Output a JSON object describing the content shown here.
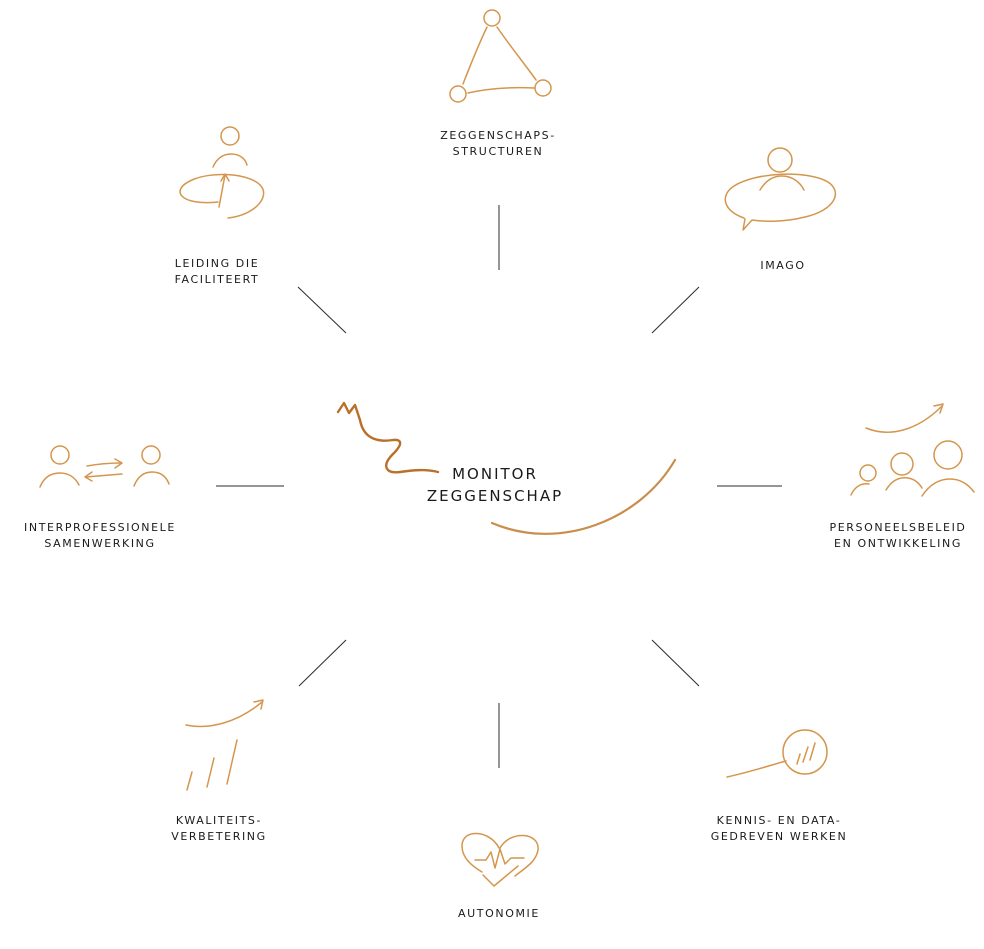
{
  "colors": {
    "accent": "#d4964d",
    "accent_dark": "#b9702a",
    "connector": "#2b2b2b",
    "text": "#1a1a1a"
  },
  "center": {
    "line1": "MONITOR",
    "line2": "ZEGGENSCHAP"
  },
  "nodes": [
    {
      "id": "zeggenschapsstructuren",
      "line1": "ZEGGENSCHAPS-",
      "line2": "STRUCTUREN",
      "icon": "triangle-network-icon"
    },
    {
      "id": "imago",
      "line1": "IMAGO",
      "line2": "",
      "icon": "person-speech-bubble-icon"
    },
    {
      "id": "personeelsbeleid",
      "line1": "PERSONEELSBELEID",
      "line2": "EN ONTWIKKELING",
      "icon": "group-growth-icon"
    },
    {
      "id": "kennis",
      "line1": "KENNIS- EN DATA-",
      "line2": "GEDREVEN WERKEN",
      "icon": "magnifier-icon"
    },
    {
      "id": "autonomie",
      "line1": "AUTONOMIE",
      "line2": "",
      "icon": "heart-pulse-icon"
    },
    {
      "id": "kwaliteit",
      "line1": "KWALITEITS-",
      "line2": "VERBETERING",
      "icon": "growth-chart-icon"
    },
    {
      "id": "interprofessionele",
      "line1": "INTERPROFESSIONELE",
      "line2": "SAMENWERKING",
      "icon": "people-exchange-icon"
    },
    {
      "id": "leiding",
      "line1": "LEIDING DIE",
      "line2": "FACILITEERT",
      "icon": "person-upward-arrow-icon"
    }
  ]
}
